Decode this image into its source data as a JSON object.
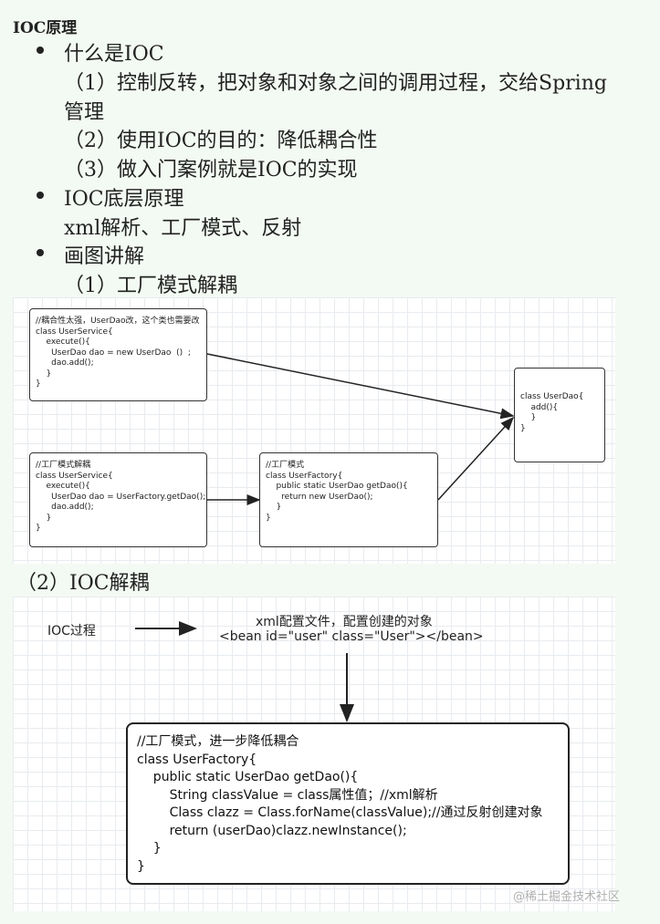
{
  "heading": "IOC原理",
  "bullets": [
    {
      "label": "什么是IOC",
      "lines": [
        "（1）控制反转，把对象和对象之间的调用过程，交给Spring",
        "管理",
        "（2）使用IOC的目的：降低耦合性",
        "（3）做入门案例就是IOC的实现"
      ]
    },
    {
      "label": "IOC底层原理",
      "lines": [
        "xml解析、工厂模式、反射"
      ]
    },
    {
      "label": "画图讲解",
      "lines": [
        "（1）工厂模式解耦"
      ]
    }
  ],
  "diagram1": {
    "box_coupled": "//耦合性太强，UserDao改，这个类也需要改\nclass UserService{\n    execute(){\n      UserDao dao = new UserDao  ()  ;\n      dao.add();\n    }\n}",
    "box_factory_service": "//工厂模式解耦\nclass UserService{\n    execute(){\n      UserDao dao = UserFactory.getDao();\n      dao.add();\n    }\n}",
    "box_factory": "//工厂模式\nclass UserFactory{\n    public static UserDao getDao(){\n      return new UserDao();\n    }\n}",
    "box_userdao": "class UserDao{\n    add(){\n    }\n}"
  },
  "section2_title": "（2）IOC解耦",
  "diagram2": {
    "ioc_label": "IOC过程",
    "xml_line1": "xml配置文件，配置创建的对象",
    "xml_line2": "<bean id=\"user\" class=\"User\"></bean>",
    "factory_code": "//工厂模式，进一步降低耦合\nclass UserFactory{\n    public static UserDao getDao(){\n        String classValue = class属性值；//xml解析\n        Class clazz = Class.forName(classValue);//通过反射创建对象\n        return (userDao)clazz.newInstance();\n    }\n}",
    "watermark": "@稀土掘金技术社区"
  }
}
